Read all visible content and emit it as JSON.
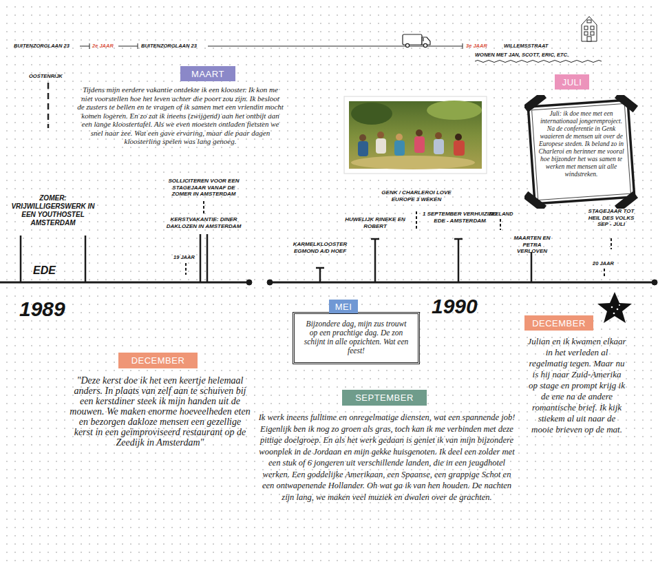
{
  "diagram": {
    "nodes": [
      {
        "text": [
          "MAART"
        ]
      },
      {
        "text": [
          "JULI"
        ]
      },
      {
        "text": [
          "Juli: ik doe mee met een internationaal jongerenproject. Na de conferentie in Genk waaieren de mensen uit over de Europese steden. Ik beland zo in Charleroi en herinner me vooral hoe bijzonder het was samen te werken met mensen uit alle windstreken."
        ]
      },
      {
        "text": [
          "DECEMBER"
        ]
      },
      {
        "text": [
          "MEI"
        ]
      },
      {
        "text": [
          "Bijzondere dag, mijn zus trouwt op een prachtige dag. De zon schijnt in alle opzichten. Wat een feest!"
        ]
      },
      {
        "text": [
          "SEPTEMBER"
        ]
      },
      {
        "text": [
          "DECEMBER"
        ]
      }
    ],
    "labels": [
      "BUITENZORGLAAN 23",
      "2e JAAR",
      "BUITENZORGLAAN 23",
      "3e JAAR",
      "WILLEMSSTRAAT",
      "WONEN MET JAN, SCOTT, ERIC, ETC.",
      "OOSTENRIJK",
      "Tijdens mijn eerdere vakantie ontdekte ik een klooster. Ik kon me niet voorstellen hoe het leven achter die poort zou zijn. Ik besloot de zusters te bellen en te vragen of ik samen met een vriendin mocht komen logeren. En zo zat ik ineens (zwijgend) aan het ontbijt aan een lange kloostertafel. Als we even moesten ontladen fietsten we snel naar zee. Wat een gave ervaring, maar die paar dagen kloosterling spelen was lang genoeg.",
      "SOLLICITEREN VOOR EEN STAGEJAAR VANAF DE ZOMER IN AMSTERDAM",
      "ZOMER: VRIJWILLIGERSWERK IN EEN YOUTHOSTEL AMSTERDAM",
      "KERSTVAKANTIE: DINER DAKLOZEN IN AMSTERDAM",
      "19 JAAR",
      "EDE",
      "KARMELKLOOSTER EGMOND A/D HOEF",
      "HUWELIJK RINEKE EN ROBERT",
      "GENK / CHARLEROI LOVE EUROPE 3 WEKEN",
      "1 SEPTEMBER VERHUIZING EDE - AMSTERDAM",
      "ZEELAND",
      "MAARTEN EN PETRA VERLOVEN",
      "STAGEJAAR TOT HEIL DES VOLKS SEP - JULI",
      "20 JAAR",
      "1989",
      "1990",
      "\"Deze kerst doe ik het een keertje helemaal anders. In plaats van zelf aan te schuiven bij een kerstdiner steek ik mijn handen uit de mouwen. We maken enorme hoeveelheden eten en bezorgen dakloze mensen een gezellige kerst in een geïmproviseerd restaurant op de Zeedijk in Amsterdam\"",
      "Ik werk ineens fulltime en onregelmatige diensten, wat een spannende job! Eigenlijk ben ik nog zo groen als gras, toch kan ik me verbinden met deze pittige doelgroep. En als het werk gedaan is geniet ik van mijn bijzondere woonplek in de Jordaan en mijn gekke huisgenoten. Ik deel een zolder met een stuk of 6 jongeren uit verschillende landen, die in een jeugdhotel werken. Een goddelijke Amerikaan, een Spaanse, een grappige Schot en een ontwapenende Hollander. Oh wat ga ik van hen houden. De nachten zijn lang, we maken veel muziek en dwalen over de grachten.",
      "Julian en ik kwamen elkaar in het verleden al regelmatig tegen. Maar nu is hij naar Zuid-Amerika op stage en prompt krijg ik de ene na de andere romantische brief. Ik kijk stiekem al uit naar de mooie brieven op de mat."
    ]
  }
}
